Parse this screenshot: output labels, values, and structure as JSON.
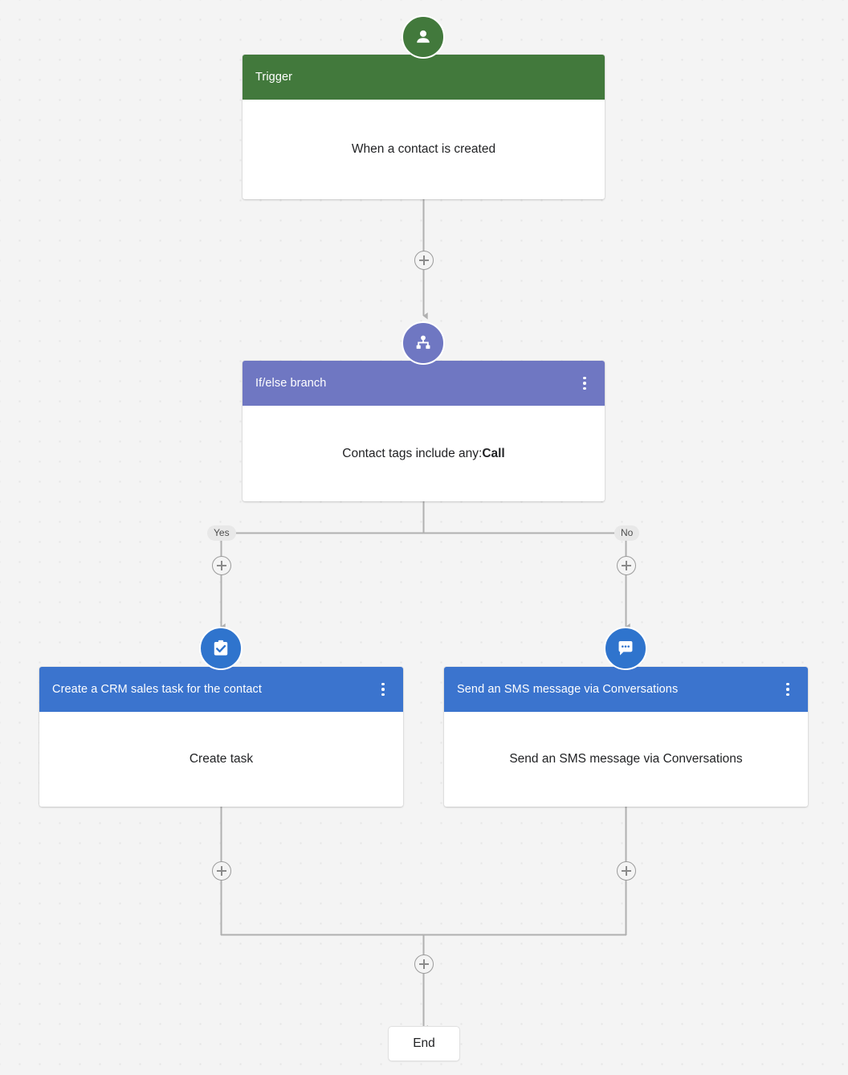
{
  "canvas": {
    "background_color": "#f4f4f4",
    "dot_color": "#e6e6e6",
    "connector_color": "#b0b0b0"
  },
  "workflow": {
    "nodes": [
      {
        "id": "trigger",
        "header_label": "Trigger",
        "header_color": "#42793c",
        "body_text": "When a contact is created",
        "icon": "person-icon",
        "has_kebab": false
      },
      {
        "id": "if-else-branch",
        "header_label": "If/else branch",
        "header_color": "#6f77c2",
        "body_text_prefix": "Contact tags include any: ",
        "body_text_strong": "Call",
        "icon": "branch-icon",
        "has_kebab": true,
        "kebab_label": "more-options"
      },
      {
        "id": "create-crm-sales-task",
        "header_label": "Create a CRM sales task for the contact",
        "header_color": "#3b74ce",
        "body_text": "Create task",
        "icon": "clipboard-check-icon",
        "has_kebab": true,
        "kebab_label": "more-options"
      },
      {
        "id": "send-sms-conversations",
        "header_label": "Send an SMS message via Conversations",
        "header_color": "#3b74ce",
        "body_text": "Send an SMS message via Conversations",
        "icon": "chat-bubble-icon",
        "has_kebab": true,
        "kebab_label": "more-options"
      }
    ],
    "branch_labels": {
      "yes": "Yes",
      "no": "No"
    },
    "add_step_buttons": [
      {
        "id": "add-step-after-trigger"
      },
      {
        "id": "add-step-yes-branch"
      },
      {
        "id": "add-step-no-branch"
      },
      {
        "id": "add-step-after-create-task"
      },
      {
        "id": "add-step-after-send-sms"
      },
      {
        "id": "add-step-before-end"
      }
    ],
    "end_node": {
      "label": "End"
    }
  }
}
